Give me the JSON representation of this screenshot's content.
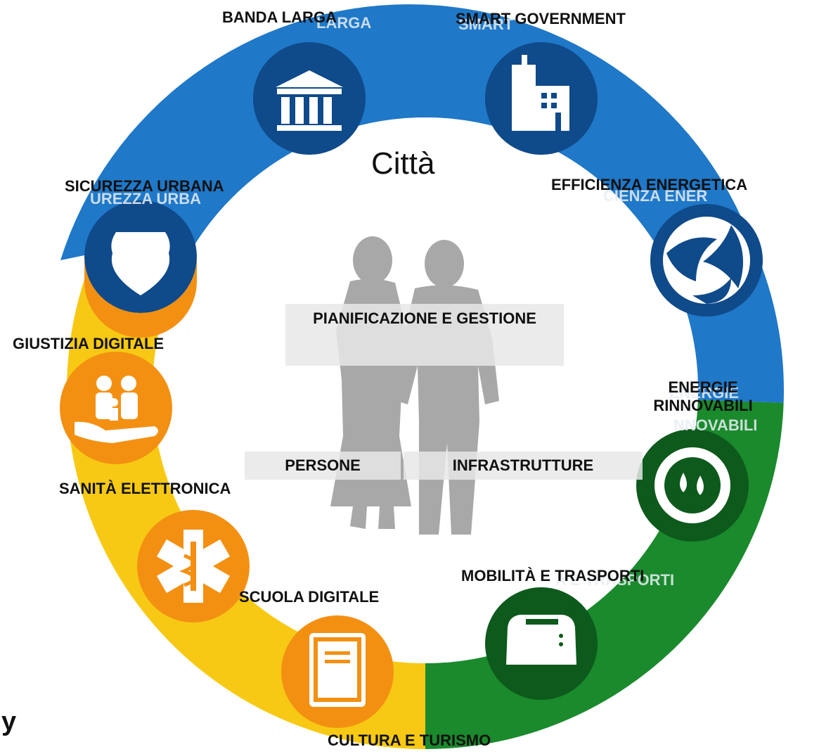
{
  "center": {
    "title": "Città",
    "planning_box": "PIANIFICAZIONE E GESTIONE",
    "people_box": "PERSONE",
    "infra_box": "INFRASTRUTTURE"
  },
  "sectors": [
    {
      "label": "BANDA LARGA",
      "icon": "bank-building-icon",
      "color": "#1f6fb5"
    },
    {
      "label": "SMART GOVERNMENT",
      "icon": "office-tower-icon",
      "color": "#1f6fb5"
    },
    {
      "label": "EFFICIENZA ENERGETICA",
      "icon": "energy-swirl-icon",
      "color": "#1f6fb5"
    },
    {
      "label": "ENERGIE RINNOVABILI",
      "icon": "water-drops-sun-icon",
      "color": "#1e7f2a"
    },
    {
      "label": "MOBILITÀ E TRASPORTI",
      "icon": "vehicle-icon",
      "color": "#1e7f2a"
    },
    {
      "label": "CULTURA E TURISMO",
      "icon": "book-icon",
      "color": "#f5c518"
    },
    {
      "label": "SCUOLA DIGITALE",
      "icon": "",
      "color": "#f5c518"
    },
    {
      "label": "SANITÀ ELETTRONICA",
      "icon": "medical-star-of-life-icon",
      "color": "#f5c518"
    },
    {
      "label": "GIUSTIZIA DIGITALE",
      "icon": "family-in-hand-icon",
      "color": "#f5c518"
    },
    {
      "label": "SICUREZZA URBANA",
      "icon": "police-badge-icon",
      "color": "#1f6fb5"
    }
  ],
  "ghost_fragments": [
    "LARGA",
    "SMART",
    "CIENZA ENER",
    "ENERGIE",
    "NNOVABILI",
    "A E TRASPORTI",
    "UREZZA URBA"
  ],
  "partial_edge_text": "y",
  "colors": {
    "blue_ring": "#1f78c8",
    "blue_icon": "#0f4a8a",
    "green_ring": "#1a8a2c",
    "green_icon": "#0d5a1c",
    "yellow_ring": "#f7c914",
    "orange_icon": "#f39012",
    "silhouette": "#a9a9a9"
  }
}
